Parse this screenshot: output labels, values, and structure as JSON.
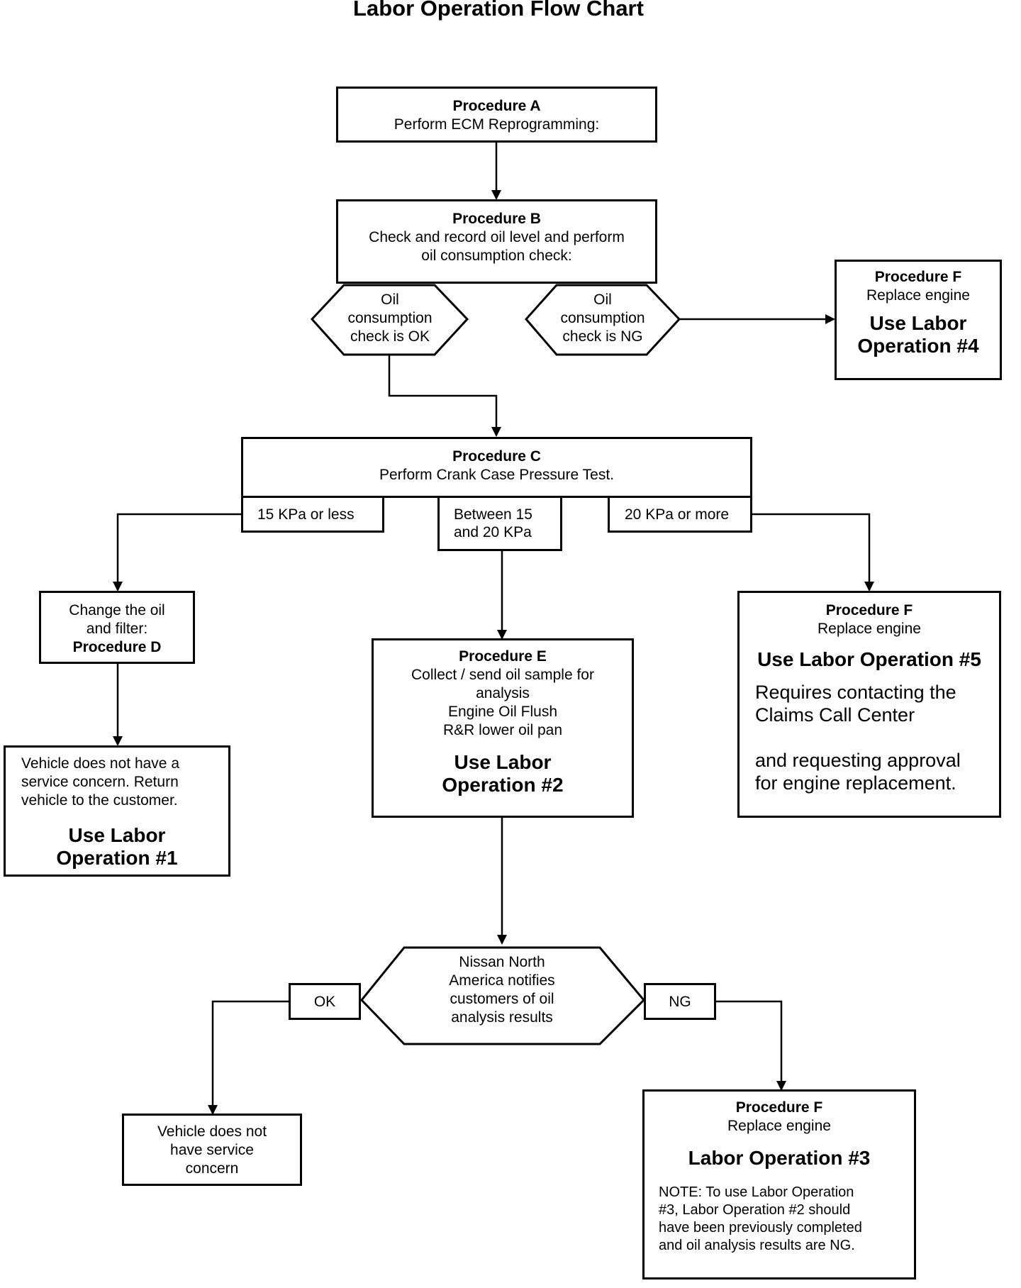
{
  "title": "Labor Operation Flow Chart",
  "procedure_a": {
    "heading": "Procedure A",
    "text": "Perform ECM Reprogramming:"
  },
  "procedure_b": {
    "heading": "Procedure B",
    "line1": "Check and record oil level and perform",
    "line2": "oil consumption check:"
  },
  "decision_ok": {
    "line1": "Oil",
    "line2": "consumption",
    "line3": "check is OK"
  },
  "decision_ng": {
    "line1": "Oil",
    "line2": "consumption",
    "line3": "check is NG"
  },
  "procedure_f_top": {
    "heading": "Procedure F",
    "text": "Replace engine",
    "op1": "Use Labor",
    "op2": "Operation #4"
  },
  "procedure_c": {
    "heading": "Procedure C",
    "text": "Perform Crank Case Pressure Test."
  },
  "branch_low": "15 KPa or less",
  "branch_mid": {
    "line1": "Between 15",
    "line2": "and 20 KPa"
  },
  "branch_high": "20 KPa or more",
  "procedure_d": {
    "line1": "Change the oil",
    "line2": "and filter:",
    "heading": "Procedure D"
  },
  "result_op1": {
    "line1": "Vehicle does not have a",
    "line2": "service concern. Return",
    "line3": "vehicle to the customer.",
    "op1": "Use Labor",
    "op2": "Operation #1"
  },
  "procedure_e": {
    "heading": "Procedure E",
    "line1": "Collect / send oil sample for",
    "line2": "analysis",
    "line3": "Engine Oil Flush",
    "line4": "R&R lower oil pan",
    "op1": "Use Labor",
    "op2": "Operation #2"
  },
  "procedure_f_mid": {
    "heading": "Procedure F",
    "text": "Replace engine",
    "op": "Use Labor Operation #5",
    "note1": "Requires contacting the",
    "note2": "Claims Call Center",
    "note3": "and requesting approval",
    "note4": "for engine replacement."
  },
  "decision_nna": {
    "line1": "Nissan North",
    "line2": "America notifies",
    "line3": "customers of oil",
    "line4": "analysis results"
  },
  "branch_ok": "OK",
  "branch_ng": "NG",
  "result_no_concern": {
    "line1": "Vehicle does not",
    "line2": "have service",
    "line3": "concern"
  },
  "procedure_f_bottom": {
    "heading": "Procedure F",
    "text": "Replace engine",
    "op": "Labor Operation #3",
    "note1": "NOTE: To use Labor Operation",
    "note2": "#3, Labor Operation #2 should",
    "note3": "have been previously completed",
    "note4": "and oil analysis results are NG."
  }
}
